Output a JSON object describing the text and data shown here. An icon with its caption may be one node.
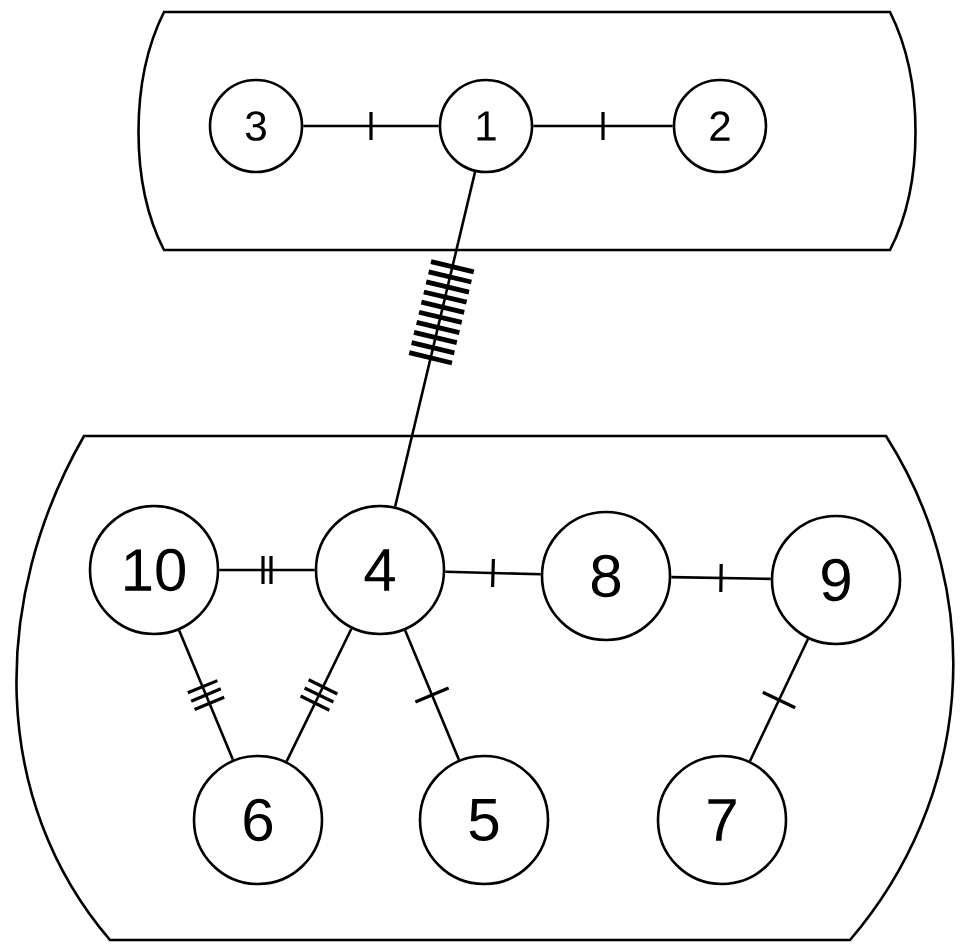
{
  "diagram": {
    "nodes": [
      {
        "text": [],
        "shape": "box"
      },
      {
        "text": [
          "3"
        ],
        "in": 0
      },
      {
        "text": [
          "1"
        ],
        "in": 0
      },
      {
        "text": [
          "2"
        ],
        "in": 0
      },
      {
        "text": [],
        "shape": "box"
      },
      {
        "text": [
          "10"
        ],
        "in": 4
      },
      {
        "text": [
          "4"
        ],
        "in": 4
      },
      {
        "text": [
          "8"
        ],
        "in": 4
      },
      {
        "text": [
          "9"
        ],
        "in": 4
      },
      {
        "text": [
          "6"
        ],
        "in": 4
      },
      {
        "text": [
          "5"
        ],
        "in": 4
      },
      {
        "text": [
          "7"
        ],
        "in": 4
      }
    ],
    "edges": [
      {
        "from": 1,
        "to": 2,
        "arrow": "none"
      },
      {
        "from": 2,
        "to": 3,
        "arrow": "none"
      },
      {
        "from": 2,
        "to": 6,
        "arrow": "none"
      },
      {
        "from": 5,
        "to": 6,
        "arrow": "none"
      },
      {
        "from": 6,
        "to": 7,
        "arrow": "none"
      },
      {
        "from": 7,
        "to": 8,
        "arrow": "none"
      },
      {
        "from": 5,
        "to": 9,
        "arrow": "none"
      },
      {
        "from": 6,
        "to": 9,
        "arrow": "none"
      },
      {
        "from": 6,
        "to": 10,
        "arrow": "none"
      },
      {
        "from": 8,
        "to": 11,
        "arrow": "none"
      }
    ]
  }
}
